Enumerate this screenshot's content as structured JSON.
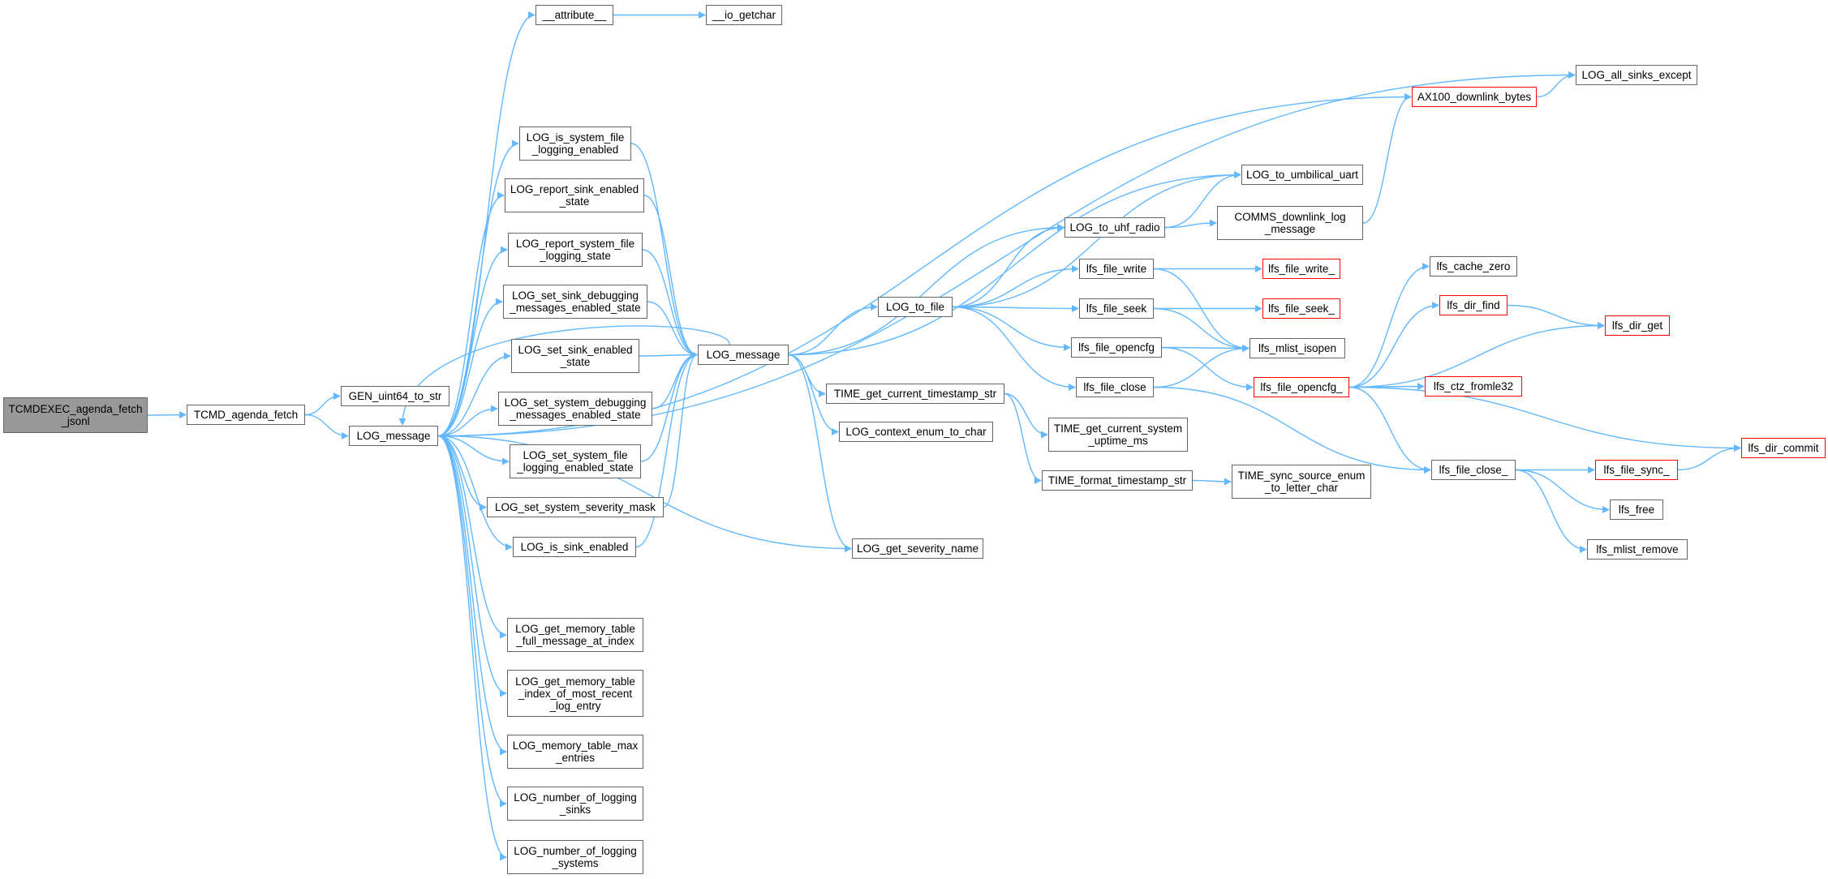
{
  "colors": {
    "edge": "#63b8ff",
    "border": "#666666",
    "highlight": "#ff0000",
    "root_fill": "#999999"
  },
  "nodes": [
    {
      "id": "tcmdexec",
      "label": "TCMDEXEC_agenda_fetch\n_jsonl",
      "style": "root"
    },
    {
      "id": "tcmd_fetch",
      "label": "TCMD_agenda_fetch",
      "style": "normal"
    },
    {
      "id": "gen_uint64",
      "label": "GEN_uint64_to_str",
      "style": "normal"
    },
    {
      "id": "log_message_a",
      "label": "LOG_message",
      "style": "normal"
    },
    {
      "id": "attribute",
      "label": "__attribute__",
      "style": "normal"
    },
    {
      "id": "io_getchar",
      "label": "__io_getchar",
      "style": "normal"
    },
    {
      "id": "log_is_sys_file",
      "label": "LOG_is_system_file\n_logging_enabled",
      "style": "normal"
    },
    {
      "id": "log_report_sink",
      "label": "LOG_report_sink_enabled\n_state",
      "style": "normal"
    },
    {
      "id": "log_report_sys_file",
      "label": "LOG_report_system_file\n_logging_state",
      "style": "normal"
    },
    {
      "id": "log_set_sink_debug",
      "label": "LOG_set_sink_debugging\n_messages_enabled_state",
      "style": "normal"
    },
    {
      "id": "log_set_sink_enabled",
      "label": "LOG_set_sink_enabled\n_state",
      "style": "normal"
    },
    {
      "id": "log_set_sys_debug",
      "label": "LOG_set_system_debugging\n_messages_enabled_state",
      "style": "normal"
    },
    {
      "id": "log_set_sys_file",
      "label": "LOG_set_system_file\n_logging_enabled_state",
      "style": "normal"
    },
    {
      "id": "log_set_sys_sev",
      "label": "LOG_set_system_severity_mask",
      "style": "normal"
    },
    {
      "id": "log_is_sink",
      "label": "LOG_is_sink_enabled",
      "style": "normal"
    },
    {
      "id": "log_get_mem_full",
      "label": "LOG_get_memory_table\n_full_message_at_index",
      "style": "normal"
    },
    {
      "id": "log_get_mem_index",
      "label": "LOG_get_memory_table\n_index_of_most_recent\n_log_entry",
      "style": "normal"
    },
    {
      "id": "log_mem_max",
      "label": "LOG_memory_table_max\n_entries",
      "style": "normal"
    },
    {
      "id": "log_num_sinks",
      "label": "LOG_number_of_logging\n_sinks",
      "style": "normal"
    },
    {
      "id": "log_num_systems",
      "label": "LOG_number_of_logging\n_systems",
      "style": "normal"
    },
    {
      "id": "log_message_b",
      "label": "LOG_message",
      "style": "normal"
    },
    {
      "id": "log_to_file",
      "label": "LOG_to_file",
      "style": "normal"
    },
    {
      "id": "time_cur_ts_str",
      "label": "TIME_get_current_timestamp_str",
      "style": "normal"
    },
    {
      "id": "log_ctx_enum",
      "label": "LOG_context_enum_to_char",
      "style": "normal"
    },
    {
      "id": "log_sev_name",
      "label": "LOG_get_severity_name",
      "style": "normal"
    },
    {
      "id": "log_to_uhf",
      "label": "LOG_to_uhf_radio",
      "style": "normal"
    },
    {
      "id": "log_to_umb",
      "label": "LOG_to_umbilical_uart",
      "style": "normal"
    },
    {
      "id": "lfs_file_write",
      "label": "lfs_file_write",
      "style": "normal"
    },
    {
      "id": "lfs_file_seek",
      "label": "lfs_file_seek",
      "style": "normal"
    },
    {
      "id": "lfs_file_opencfg",
      "label": "lfs_file_opencfg",
      "style": "normal"
    },
    {
      "id": "lfs_file_close",
      "label": "lfs_file_close",
      "style": "normal"
    },
    {
      "id": "time_uptime",
      "label": "TIME_get_current_system\n_uptime_ms",
      "style": "normal"
    },
    {
      "id": "time_fmt_ts",
      "label": "TIME_format_timestamp_str",
      "style": "normal"
    },
    {
      "id": "time_sync_src",
      "label": "TIME_sync_source_enum\n_to_letter_char",
      "style": "normal"
    },
    {
      "id": "comms_dl_log",
      "label": "COMMS_downlink_log\n_message",
      "style": "normal"
    },
    {
      "id": "ax100_dl",
      "label": "AX100_downlink_bytes",
      "style": "red"
    },
    {
      "id": "log_all_sinks",
      "label": "LOG_all_sinks_except",
      "style": "normal"
    },
    {
      "id": "lfs_file_write_",
      "label": "lfs_file_write_",
      "style": "red"
    },
    {
      "id": "lfs_file_seek_",
      "label": "lfs_file_seek_",
      "style": "red"
    },
    {
      "id": "lfs_mlist_isopen",
      "label": "lfs_mlist_isopen",
      "style": "normal"
    },
    {
      "id": "lfs_file_opencfg_",
      "label": "lfs_file_opencfg_",
      "style": "red"
    },
    {
      "id": "lfs_file_close_",
      "label": "lfs_file_close_",
      "style": "normal"
    },
    {
      "id": "lfs_cache_zero",
      "label": "lfs_cache_zero",
      "style": "normal"
    },
    {
      "id": "lfs_dir_find",
      "label": "lfs_dir_find",
      "style": "red"
    },
    {
      "id": "lfs_dir_get",
      "label": "lfs_dir_get",
      "style": "red"
    },
    {
      "id": "lfs_ctz_fromle32",
      "label": "lfs_ctz_fromle32",
      "style": "red"
    },
    {
      "id": "lfs_dir_commit",
      "label": "lfs_dir_commit",
      "style": "red"
    },
    {
      "id": "lfs_file_sync_",
      "label": "lfs_file_sync_",
      "style": "red"
    },
    {
      "id": "lfs_free",
      "label": "lfs_free",
      "style": "normal"
    },
    {
      "id": "lfs_mlist_remove",
      "label": "lfs_mlist_remove",
      "style": "normal"
    }
  ],
  "edges": [
    [
      "tcmdexec",
      "tcmd_fetch"
    ],
    [
      "tcmd_fetch",
      "gen_uint64"
    ],
    [
      "tcmd_fetch",
      "log_message_a"
    ],
    [
      "log_message_a",
      "attribute"
    ],
    [
      "attribute",
      "io_getchar"
    ],
    [
      "log_message_a",
      "log_all_sinks"
    ],
    [
      "log_message_a",
      "ax100_dl"
    ],
    [
      "log_message_a",
      "log_is_sys_file"
    ],
    [
      "log_message_a",
      "log_report_sink"
    ],
    [
      "log_message_a",
      "log_report_sys_file"
    ],
    [
      "log_message_a",
      "log_set_sink_debug"
    ],
    [
      "log_message_a",
      "log_set_sink_enabled"
    ],
    [
      "log_message_a",
      "log_set_sys_debug"
    ],
    [
      "log_message_a",
      "log_set_sys_file"
    ],
    [
      "log_message_a",
      "log_set_sys_sev"
    ],
    [
      "log_message_a",
      "log_is_sink"
    ],
    [
      "log_message_a",
      "log_sev_name"
    ],
    [
      "log_message_a",
      "log_get_mem_full"
    ],
    [
      "log_message_a",
      "log_get_mem_index"
    ],
    [
      "log_message_a",
      "log_mem_max"
    ],
    [
      "log_message_a",
      "log_num_sinks"
    ],
    [
      "log_message_a",
      "log_num_systems"
    ],
    [
      "log_is_sys_file",
      "log_message_b"
    ],
    [
      "log_report_sink",
      "log_message_b"
    ],
    [
      "log_report_sys_file",
      "log_message_b"
    ],
    [
      "log_set_sink_debug",
      "log_message_b"
    ],
    [
      "log_set_sink_enabled",
      "log_message_b"
    ],
    [
      "log_set_sys_debug",
      "log_message_b"
    ],
    [
      "log_set_sys_file",
      "log_message_b"
    ],
    [
      "log_set_sys_sev",
      "log_message_b"
    ],
    [
      "log_is_sink",
      "log_message_b"
    ],
    [
      "log_message_b",
      "log_message_a"
    ],
    [
      "log_message_b",
      "log_to_file"
    ],
    [
      "log_message_b",
      "log_to_umb"
    ],
    [
      "log_message_b",
      "log_to_uhf"
    ],
    [
      "log_message_b",
      "time_cur_ts_str"
    ],
    [
      "log_message_b",
      "log_ctx_enum"
    ],
    [
      "log_message_b",
      "log_sev_name"
    ],
    [
      "log_to_file",
      "log_to_umb"
    ],
    [
      "log_to_file",
      "log_to_uhf"
    ],
    [
      "log_to_file",
      "lfs_file_write"
    ],
    [
      "log_to_file",
      "lfs_file_seek"
    ],
    [
      "log_to_file",
      "lfs_file_opencfg"
    ],
    [
      "log_to_file",
      "lfs_file_close"
    ],
    [
      "log_to_uhf",
      "log_to_umb"
    ],
    [
      "log_to_uhf",
      "comms_dl_log"
    ],
    [
      "comms_dl_log",
      "ax100_dl"
    ],
    [
      "ax100_dl",
      "log_all_sinks"
    ],
    [
      "lfs_file_write",
      "lfs_file_write_"
    ],
    [
      "lfs_file_write",
      "lfs_mlist_isopen"
    ],
    [
      "lfs_file_seek",
      "lfs_file_seek_"
    ],
    [
      "lfs_file_seek",
      "lfs_mlist_isopen"
    ],
    [
      "lfs_file_opencfg",
      "lfs_mlist_isopen"
    ],
    [
      "lfs_file_opencfg",
      "lfs_file_opencfg_"
    ],
    [
      "lfs_file_close",
      "lfs_mlist_isopen"
    ],
    [
      "lfs_file_close",
      "lfs_file_close_"
    ],
    [
      "time_cur_ts_str",
      "time_uptime"
    ],
    [
      "time_cur_ts_str",
      "time_fmt_ts"
    ],
    [
      "time_fmt_ts",
      "time_sync_src"
    ],
    [
      "lfs_file_opencfg_",
      "lfs_cache_zero"
    ],
    [
      "lfs_file_opencfg_",
      "lfs_dir_find"
    ],
    [
      "lfs_file_opencfg_",
      "lfs_dir_get"
    ],
    [
      "lfs_file_opencfg_",
      "lfs_ctz_fromle32"
    ],
    [
      "lfs_file_opencfg_",
      "lfs_dir_commit"
    ],
    [
      "lfs_file_opencfg_",
      "lfs_file_close_"
    ],
    [
      "lfs_dir_find",
      "lfs_dir_get"
    ],
    [
      "lfs_file_close_",
      "lfs_file_sync_"
    ],
    [
      "lfs_file_close_",
      "lfs_free"
    ],
    [
      "lfs_file_close_",
      "lfs_mlist_remove"
    ],
    [
      "lfs_file_sync_",
      "lfs_dir_commit"
    ]
  ]
}
